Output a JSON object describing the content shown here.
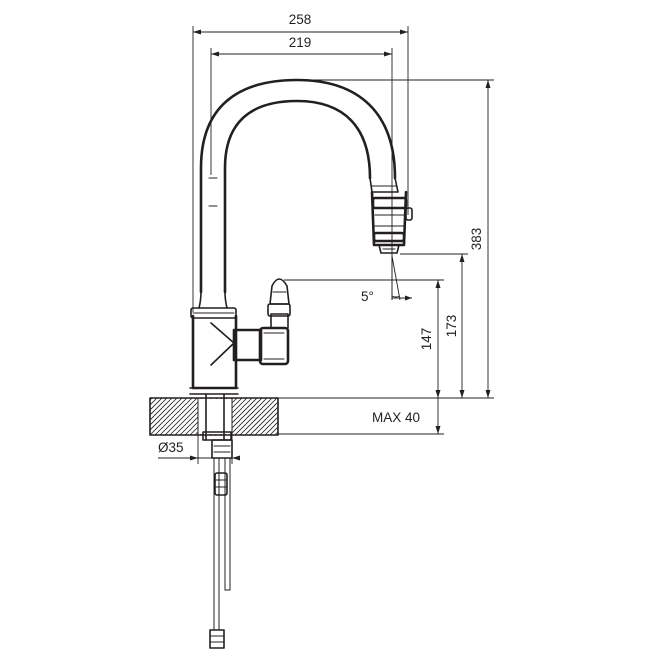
{
  "dimensions": {
    "overall_width": "258",
    "spout_reach": "219",
    "total_height": "383",
    "outlet_height": "173",
    "handle_height": "147",
    "max_counter_thickness": "MAX 40",
    "hole_diameter": "Ø35",
    "spray_angle": "5°"
  },
  "colors": {
    "line": "#231f20",
    "background": "#ffffff"
  }
}
